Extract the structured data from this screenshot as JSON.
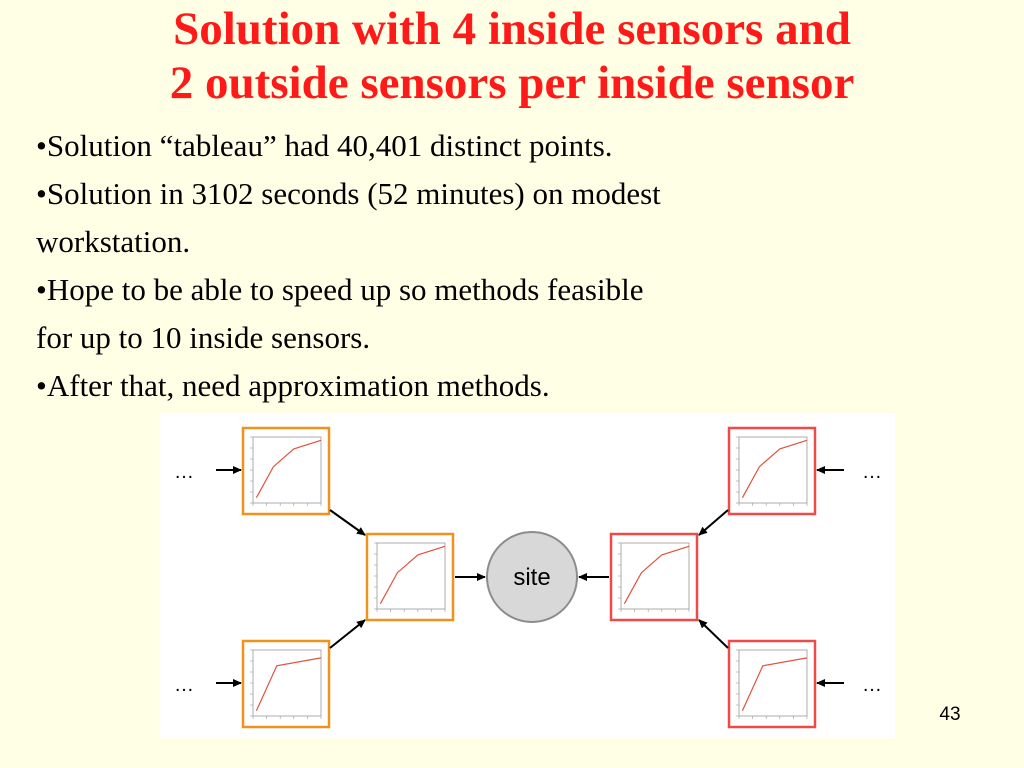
{
  "title": {
    "line1": "Solution with 4 inside sensors and",
    "line2": "2 outside sensors per inside sensor"
  },
  "bullets": [
    "•Solution “tableau” had 40,401 distinct points.",
    "•Solution in 3102 seconds (52 minutes) on modest",
    "workstation.",
    "•Hope to be able to speed up so methods feasible",
    "for up to 10 inside sensors.",
    "•After that, need approximation methods."
  ],
  "diagram": {
    "center_label": "site",
    "ellipsis": "…",
    "colors": {
      "left_border": "#f0921e",
      "right_border": "#ee4a4a",
      "curve": "#e0523d",
      "site_fill": "#d8d8d8",
      "site_stroke": "#8c8c8c",
      "arrow": "#000000"
    }
  },
  "page_number": "43"
}
